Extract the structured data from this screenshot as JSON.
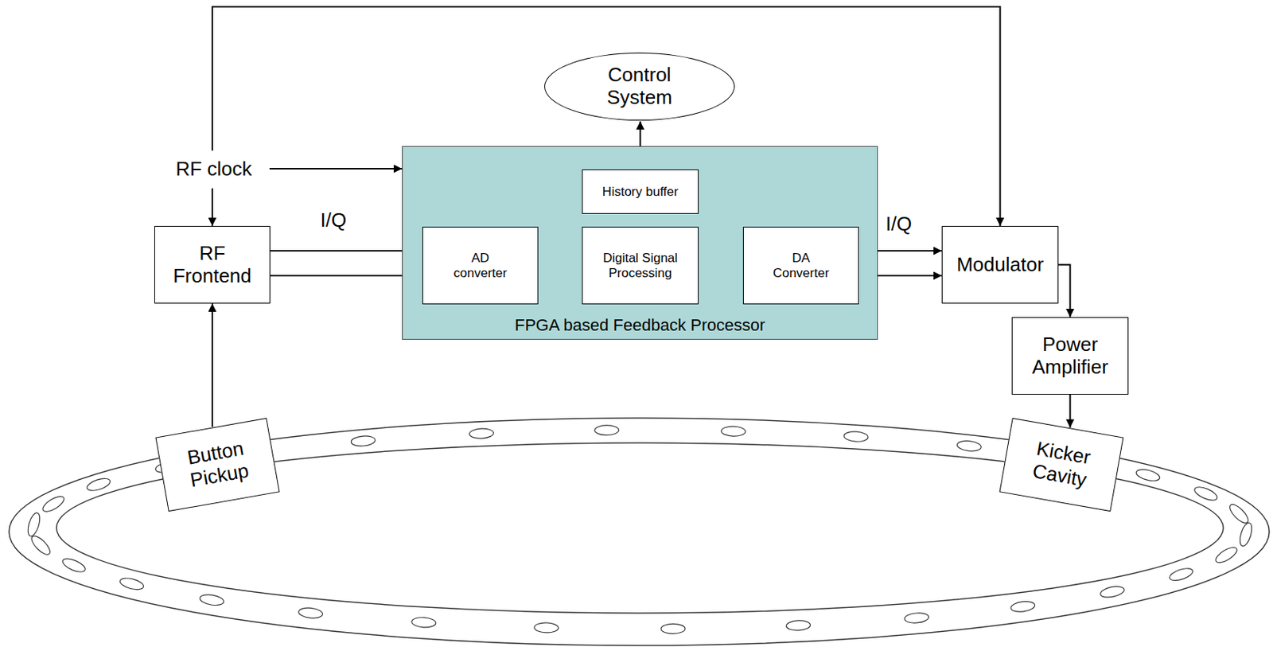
{
  "diagram": {
    "nodes": [
      {
        "text": [
          "Control System"
        ]
      },
      {
        "text": [
          "RF clock"
        ]
      },
      {
        "text": [
          "RF Frontend"
        ]
      },
      {
        "text": [
          "FPGA based Feedback Processor"
        ]
      },
      {
        "text": [
          "History buffer"
        ],
        "in": 3
      },
      {
        "text": [
          "AD converter"
        ],
        "in": 3
      },
      {
        "text": [
          "Digital Signal Processing"
        ],
        "in": 3
      },
      {
        "text": [
          "DA Converter"
        ],
        "in": 3
      },
      {
        "text": [
          "Modulator"
        ]
      },
      {
        "text": [
          "Power Amplifier"
        ]
      },
      {
        "text": [
          "Button Pickup"
        ]
      },
      {
        "text": [
          "Kicker Cavity"
        ]
      }
    ],
    "edges": [
      {
        "from": 0,
        "to": 4,
        "arrow": "both"
      },
      {
        "from": 1,
        "to": 2,
        "arrow": "to"
      },
      {
        "from": 1,
        "to": 3,
        "arrow": "to"
      },
      {
        "from": 1,
        "to": 8,
        "arrow": "to"
      },
      {
        "from": 2,
        "to": 5,
        "label": "I/Q",
        "arrow": "to"
      },
      {
        "from": 2,
        "to": 5,
        "arrow": "to"
      },
      {
        "from": 5,
        "to": 6,
        "arrow": "to"
      },
      {
        "from": 6,
        "to": 4,
        "arrow": "to"
      },
      {
        "from": 6,
        "to": 7,
        "arrow": "to"
      },
      {
        "from": 7,
        "to": 8,
        "label": "I/Q",
        "arrow": "to"
      },
      {
        "from": 7,
        "to": 8,
        "arrow": "to"
      },
      {
        "from": 8,
        "to": 9,
        "arrow": "to"
      },
      {
        "from": 9,
        "to": 11,
        "arrow": "to"
      },
      {
        "from": 10,
        "to": 2,
        "arrow": "to"
      }
    ]
  }
}
